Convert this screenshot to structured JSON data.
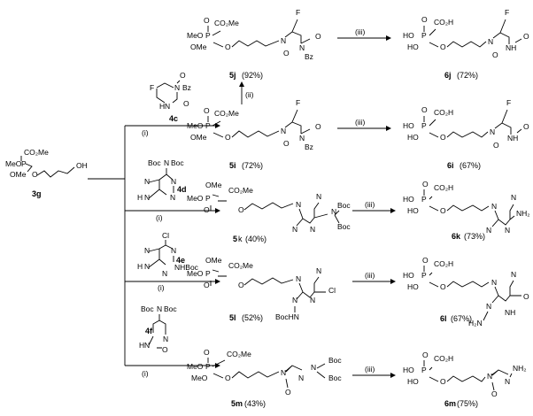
{
  "steps": {
    "i": "(i)",
    "ii": "(ii)",
    "iii": "(iii)"
  },
  "start": {
    "id": "3g",
    "atoms": {
      "co2me": "CO₂Me",
      "meo": "MeO",
      "p": "P",
      "ome": "OMe",
      "o": "O",
      "oh": "OH"
    }
  },
  "reagents": {
    "4c": {
      "id": "4c",
      "atoms": {
        "f": "F",
        "n": "N",
        "bz": "Bz",
        "h": "H",
        "n2": "N",
        "o": "O",
        "o2": "O"
      }
    },
    "4d": {
      "id": "4d",
      "atoms": {
        "boc1": "Boc",
        "n": "N",
        "boc2": "Boc",
        "n1": "N",
        "n2": "N",
        "n3": "N",
        "n4": "N",
        "h": "H"
      }
    },
    "4e": {
      "id": "4e",
      "atoms": {
        "cl": "Cl",
        "n1": "N",
        "n2": "N",
        "n3": "N",
        "n4": "N",
        "h": "H",
        "nhboc": "NHBoc"
      }
    },
    "4f": {
      "id": "4f",
      "atoms": {
        "boc1": "Boc",
        "n": "N",
        "boc2": "Boc",
        "n1": "N",
        "n2": "N",
        "h": "H",
        "o": "O"
      }
    }
  },
  "products": {
    "5j": {
      "id": "5j",
      "yield": "(92%)"
    },
    "5i": {
      "id": "5i",
      "yield": "(72%)"
    },
    "5k": {
      "id": "5k",
      "id_prefix": "5",
      "id_suffix": "k",
      "yield": "(40%)"
    },
    "5l": {
      "id": "5l",
      "yield": "(52%)"
    },
    "5m": {
      "id": "5m",
      "yield": "(43%)"
    },
    "6j": {
      "id": "6j",
      "yield": "(72%)"
    },
    "6i": {
      "id": "6i",
      "yield": "(67%)"
    },
    "6k": {
      "id": "6k",
      "yield": "(73%)"
    },
    "6l": {
      "id": "6l",
      "yield": "(67%)"
    },
    "6m": {
      "id": "6m",
      "yield": "(75%)"
    }
  },
  "atoms": {
    "meo": "MeO",
    "ho": "HO",
    "p": "P",
    "o": "O",
    "ome": "OMe",
    "oh": "OH",
    "co2me": "CO₂Me",
    "co2h": "CO₂H",
    "n": "N",
    "nh": "NH",
    "bz": "Bz",
    "f": "F",
    "boc": "Boc",
    "cl": "Cl",
    "nh2": "NH₂",
    "h2n": "H₂N",
    "bochn": "BocHN",
    "h": "H"
  }
}
